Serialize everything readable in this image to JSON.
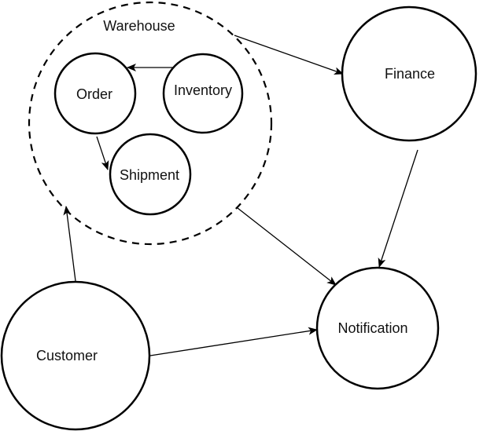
{
  "diagram": {
    "nodes": {
      "warehouse": {
        "label": "Warehouse"
      },
      "order": {
        "label": "Order"
      },
      "inventory": {
        "label": "Inventory"
      },
      "shipment": {
        "label": "Shipment"
      },
      "finance": {
        "label": "Finance"
      },
      "notification": {
        "label": "Notification"
      },
      "customer": {
        "label": "Customer"
      }
    },
    "edges": [
      {
        "from": "inventory",
        "to": "order"
      },
      {
        "from": "order",
        "to": "shipment"
      },
      {
        "from": "warehouse",
        "to": "finance"
      },
      {
        "from": "finance",
        "to": "notification"
      },
      {
        "from": "warehouse",
        "to": "notification"
      },
      {
        "from": "customer",
        "to": "warehouse"
      },
      {
        "from": "customer",
        "to": "notification"
      }
    ],
    "colors": {
      "stroke": "#000000",
      "background": "#ffffff"
    }
  }
}
